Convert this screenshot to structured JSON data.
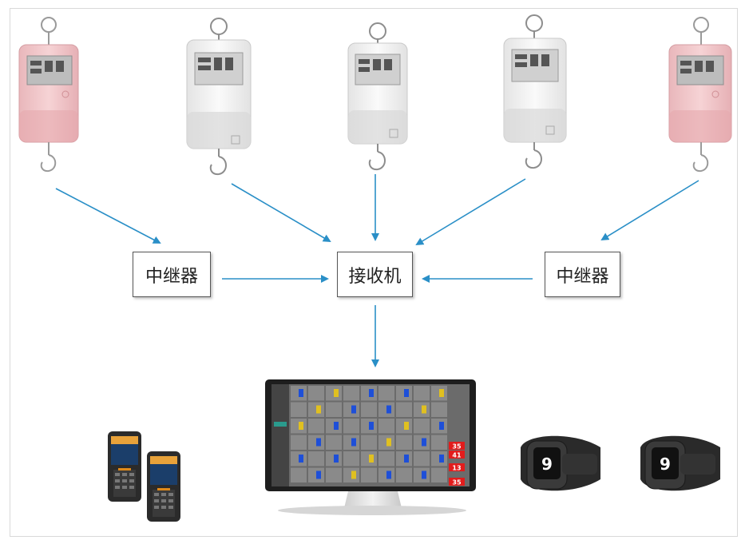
{
  "nodes": {
    "repeater_left": "中继器",
    "receiver": "接收机",
    "repeater_right": "中继器"
  },
  "devices": {
    "scales": [
      {
        "color": "pink"
      },
      {
        "color": "white"
      },
      {
        "color": "white"
      },
      {
        "color": "white"
      },
      {
        "color": "pink"
      }
    ],
    "watch_display": [
      "9",
      "9"
    ],
    "monitor_badges": [
      "35",
      "41",
      "13",
      "35"
    ]
  },
  "colors": {
    "arrow": "#2a8fc7",
    "scale_pink": "#f2c9cc",
    "scale_white": "#f3f3f3",
    "badge_red": "#e21c1c"
  }
}
